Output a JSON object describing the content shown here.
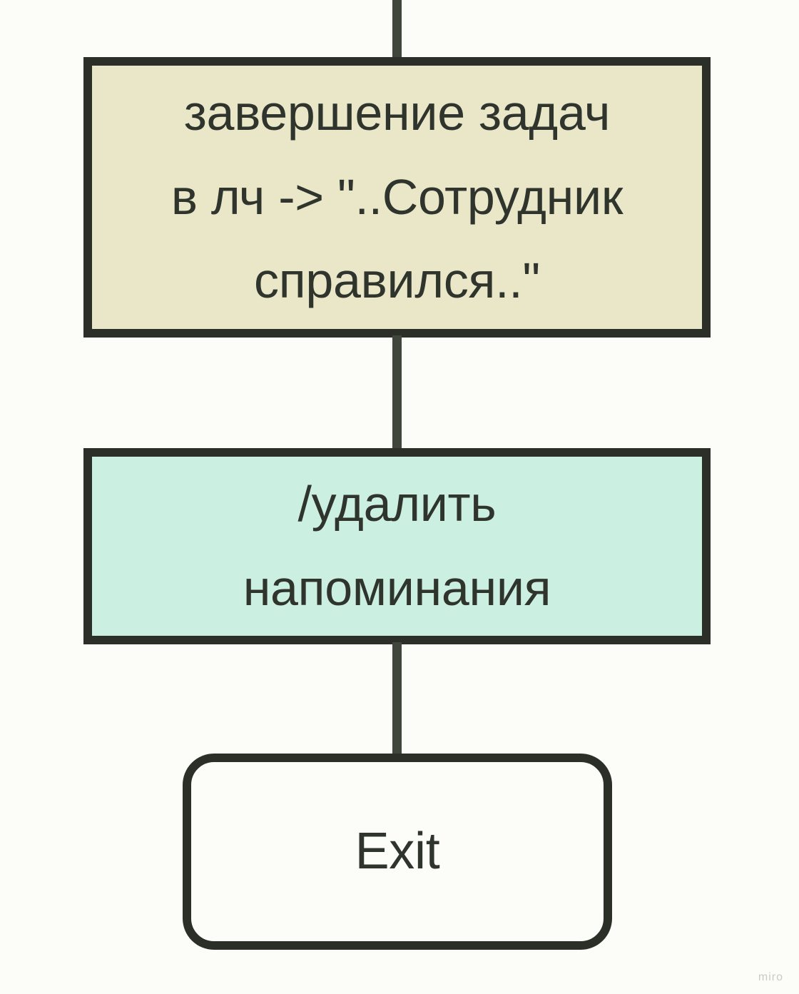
{
  "diagram": {
    "background_color": "#fcfdf8",
    "stroke_color": "#2b2f28",
    "connector_color": "#41463c",
    "text_color": "#2f342d",
    "nodes": [
      {
        "id": "task-completion",
        "shape": "rectangle",
        "fill": "#eae7c8",
        "text": "завершение задач\nв лч -> \"..Сотрудник\nсправился..\""
      },
      {
        "id": "delete-reminders",
        "shape": "rectangle",
        "fill": "#cbf0e2",
        "text": "/удалить\nнапоминания"
      },
      {
        "id": "exit",
        "shape": "rounded-rectangle",
        "fill": "#fcfdf8",
        "text": "Exit"
      }
    ],
    "connectors": [
      {
        "id": "top",
        "from": "above",
        "to": "task-completion"
      },
      {
        "id": "middle",
        "from": "task-completion",
        "to": "delete-reminders"
      },
      {
        "id": "bottom",
        "from": "delete-reminders",
        "to": "exit"
      }
    ]
  },
  "watermark": {
    "label": "miro"
  }
}
